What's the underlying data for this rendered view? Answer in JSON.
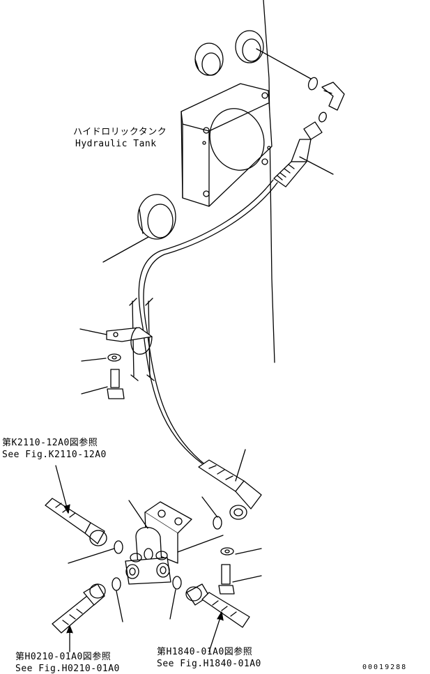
{
  "labels": {
    "tank_jp": "ハイドロリックタンク",
    "tank_en": "Hydraulic Tank",
    "ref_k2110_jp": "第K2110-12A0図参照",
    "ref_k2110_en": "See Fig.K2110-12A0",
    "ref_h0210_jp": "第H0210-01A0図参照",
    "ref_h0210_en": "See Fig.H0210-01A0",
    "ref_h1840_jp": "第H1840-01A0図参照",
    "ref_h1840_en": "See Fig.H1840-01A0",
    "drawing_number": "00019288"
  }
}
